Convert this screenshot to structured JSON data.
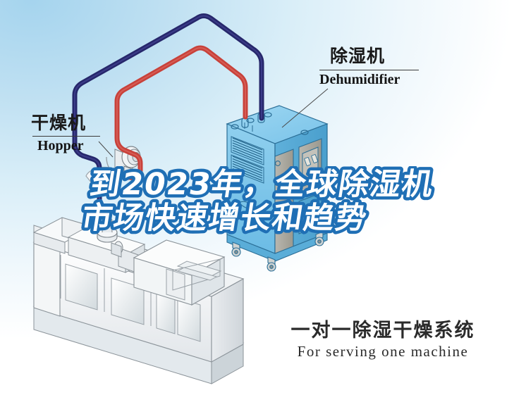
{
  "theme": {
    "background_top_left": "#a5d4ee",
    "background_bottom_right": "#ffffff",
    "pipe_supply_color": "#26276b",
    "pipe_return_color": "#c8413a",
    "machine_body_color": "#74c3e8",
    "machine_shade_color": "#4aa6d6",
    "panel_gray": "#a8a69e",
    "headline_fill": "#ffffff",
    "headline_stroke": "#1f6fb5",
    "label_text_color": "#1a1a1a",
    "caption_text_color": "#2b2b2b",
    "hopper_body_color": "#f2f3f4",
    "leader_line_color": "#4a4a4a"
  },
  "labels": {
    "hopper": {
      "cn": "干燥机",
      "en": "Hopper"
    },
    "dehumidifier": {
      "cn": "除湿机",
      "en": "Dehumidifier"
    }
  },
  "caption": {
    "cn": "一对一除湿干燥系统",
    "en": "For serving one machine"
  },
  "headline": {
    "line1": "到2023年，全球除湿机",
    "line2": "市场快速增长和趋势"
  },
  "diagram": {
    "parts": [
      {
        "name": "dehumidifier-unit",
        "label": "除湿机 / Dehumidifier"
      },
      {
        "name": "drying-hopper",
        "label": "干燥机 / Hopper"
      },
      {
        "name": "supply-pipe",
        "label": "supply air pipe"
      },
      {
        "name": "return-pipe",
        "label": "return air pipe"
      },
      {
        "name": "blower-motor",
        "label": "blower"
      },
      {
        "name": "injection-molding-machine",
        "label": "molding machine"
      }
    ]
  }
}
